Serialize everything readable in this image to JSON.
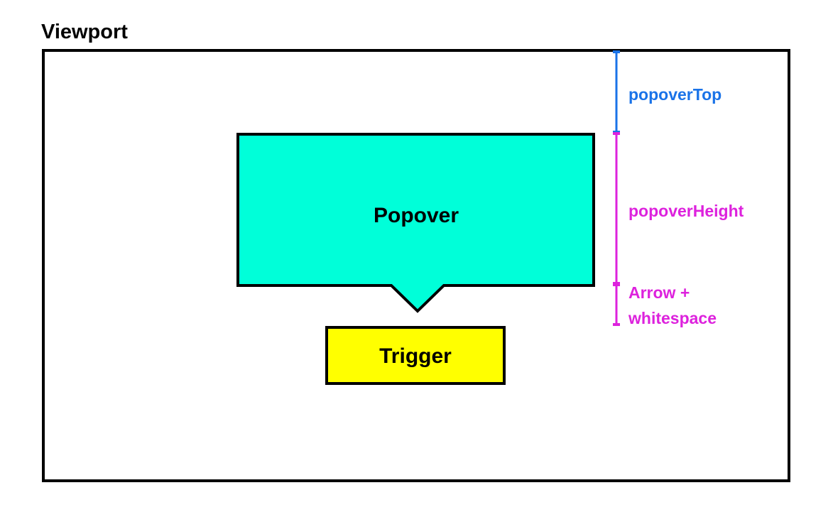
{
  "viewport": {
    "title": "Viewport"
  },
  "popover": {
    "label": "Popover",
    "fill": "#00FFD9"
  },
  "trigger": {
    "label": "Trigger",
    "fill": "#FFFF00"
  },
  "measurements": {
    "popover_top": {
      "label": "popoverTop",
      "color": "#1A73E8"
    },
    "popover_height": {
      "label": "popoverHeight",
      "color": "#DD22DD"
    },
    "arrow_whitespace": {
      "line1": "Arrow +",
      "line2": "whitespace",
      "color": "#DD22DD"
    }
  },
  "colors": {
    "outline": "#000000",
    "background": "#FFFFFF"
  }
}
